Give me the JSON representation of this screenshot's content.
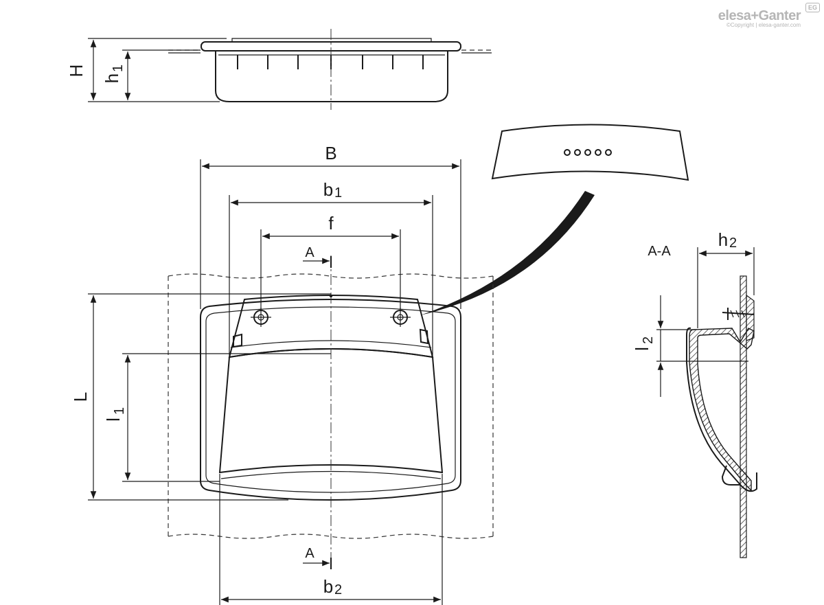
{
  "brand": {
    "name": "elesa+Ganter",
    "copyright": "©Copyright | elesa-ganter.com",
    "badge": "EG"
  },
  "dimensions": {
    "B": "B",
    "b1": "b",
    "b1_sub": "1",
    "f": "f",
    "b2": "b",
    "b2_sub": "2",
    "L": "L",
    "l1": "l",
    "l1_sub": "1",
    "H": "H",
    "h1": "h",
    "h1_sub": "1",
    "h2": "h",
    "h2_sub": "2",
    "l2": "l",
    "l2_sub": "2"
  },
  "section": {
    "marker_top": "A",
    "marker_bottom": "A",
    "view_label": "A-A"
  },
  "colors": {
    "line": "#1a1a1a",
    "brand_gray": "#b5b5b5"
  }
}
